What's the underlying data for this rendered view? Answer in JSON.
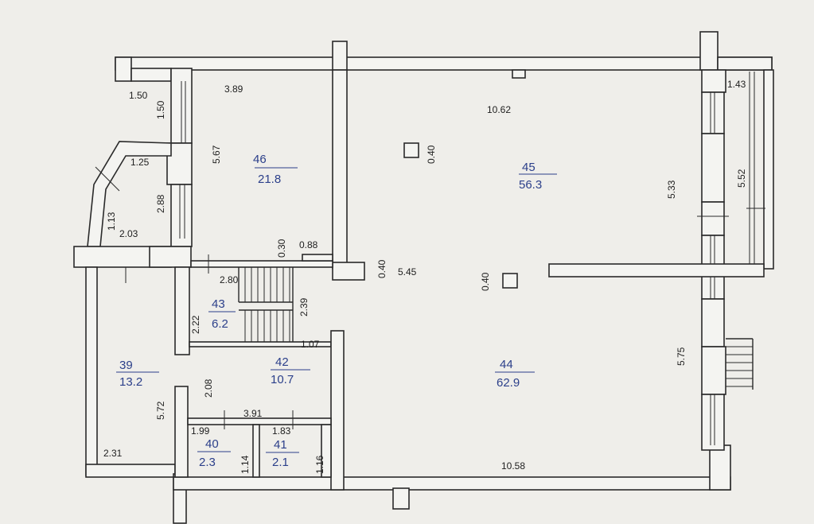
{
  "colors": {
    "paper": "#efeeea",
    "wall_fill": "#f4f4f1",
    "ink": "#2a2a2a",
    "room_label": "#2b3f8a"
  },
  "rooms": [
    {
      "number": "46",
      "area": "21.8"
    },
    {
      "number": "45",
      "area": "56.3"
    },
    {
      "number": "43",
      "area": "6.2"
    },
    {
      "number": "39",
      "area": "13.2"
    },
    {
      "number": "42",
      "area": "10.7"
    },
    {
      "number": "44",
      "area": "62.9"
    },
    {
      "number": "40",
      "area": "2.3"
    },
    {
      "number": "41",
      "area": "2.1"
    }
  ],
  "dimensions": [
    "1.50",
    "1.50",
    "3.89",
    "10.62",
    "1.43",
    "1.25",
    "5.67",
    "0.40",
    "5.52",
    "5.33",
    "2.88",
    "1.13",
    "2.03",
    "0.30",
    "0.88",
    "0.40",
    "5.45",
    "0.40",
    "2.80",
    "2.39",
    "2.22",
    "1.07",
    "2.08",
    "5.75",
    "5.72",
    "3.91",
    "1.99",
    "1.83",
    "1.14",
    "1.16",
    "2.31",
    "10.58"
  ]
}
